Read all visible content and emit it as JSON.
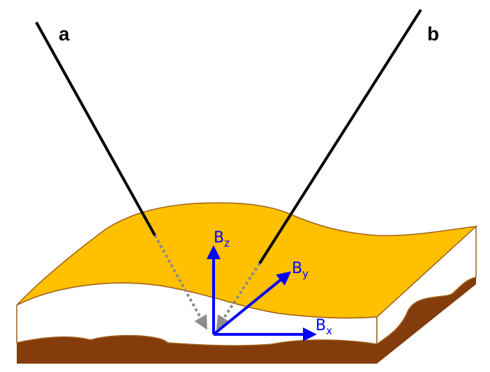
{
  "labels": {
    "probe_a": "a",
    "probe_b": "b"
  },
  "axes": {
    "bz": {
      "main": "B",
      "sub": "z"
    },
    "by": {
      "main": "B",
      "sub": "y"
    },
    "bx": {
      "main": "B",
      "sub": "x"
    }
  },
  "colors": {
    "film_top": "#FFC000",
    "film_edge": "#A0621A",
    "substrate": "#843C0C",
    "axis": "#0000FF",
    "probe": "#000000",
    "dashed": "#8C8C8C"
  }
}
